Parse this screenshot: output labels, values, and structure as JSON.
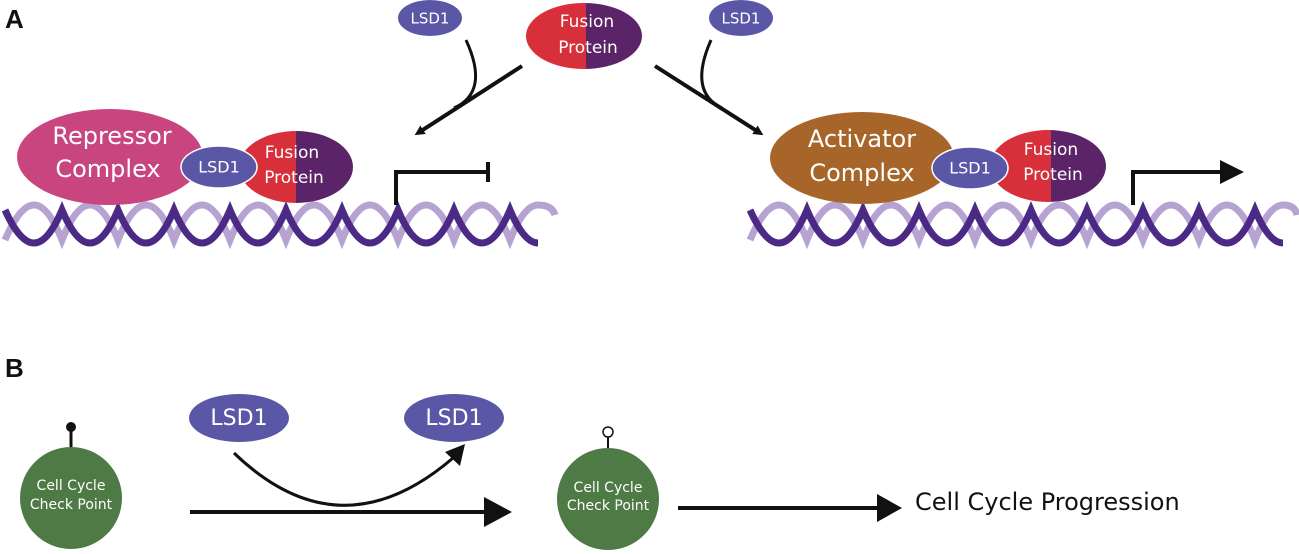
{
  "panels": {
    "a": "A",
    "b": "B"
  },
  "panel_a": {
    "left": {
      "complex": [
        "Repressor",
        "Complex"
      ],
      "lsd1_bound": "LSD1",
      "fusion": [
        "Fusion",
        "Protein"
      ],
      "lsd1_free": "LSD1"
    },
    "center_fusion": [
      "Fusion",
      "Protein"
    ],
    "right": {
      "complex": [
        "Activator",
        "Complex"
      ],
      "lsd1_bound": "LSD1",
      "fusion": [
        "Fusion",
        "Protein"
      ],
      "lsd1_free": "LSD1"
    }
  },
  "panel_b": {
    "checkpoint_left": [
      "Cell Cycle",
      "Check Point"
    ],
    "lsd1_start": "LSD1",
    "lsd1_end": "LSD1",
    "checkpoint_right": [
      "Cell Cycle",
      "Check Point"
    ],
    "outcome": "Cell Cycle Progression"
  },
  "colors": {
    "repressor": "#c9457f",
    "activator": "#a7652a",
    "lsd1": "#5a58a6",
    "fusion_red": "#d8303b",
    "fusion_purple": "#5c2468",
    "dna_dark": "#4b2a86",
    "dna_light": "#b7a3d1",
    "checkpoint": "#4e7a45"
  }
}
